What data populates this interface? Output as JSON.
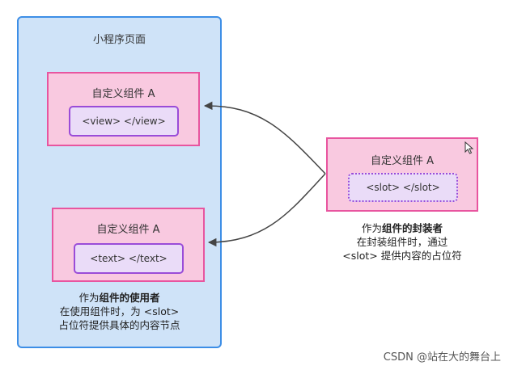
{
  "page": {
    "title": "小程序页面"
  },
  "user_components": [
    {
      "title": "自定义组件 A",
      "inner": "<view> </view>"
    },
    {
      "title": "自定义组件 A",
      "inner": "<text> </text>"
    }
  ],
  "user_caption": {
    "prefix": "作为",
    "bold": "组件的使用者",
    "line2": "在使用组件时，为 <slot>",
    "line3": "占位符提供具体的内容节点"
  },
  "wrapper_component": {
    "title": "自定义组件 A",
    "inner": "<slot> </slot>"
  },
  "wrapper_caption": {
    "prefix": "作为",
    "bold": "组件的封装者",
    "line2": "在封装组件时，通过",
    "line3": "<slot> 提供内容的占位符"
  },
  "watermark": "CSDN @站在大的舞台上",
  "colors": {
    "page_bg": "#cfe3f8",
    "page_border": "#3d8ee6",
    "component_bg": "#f9c9e0",
    "component_border": "#e8559f",
    "inner_bg": "#eadcf8",
    "inner_border": "#9a4cd8",
    "arrow": "#444444"
  }
}
